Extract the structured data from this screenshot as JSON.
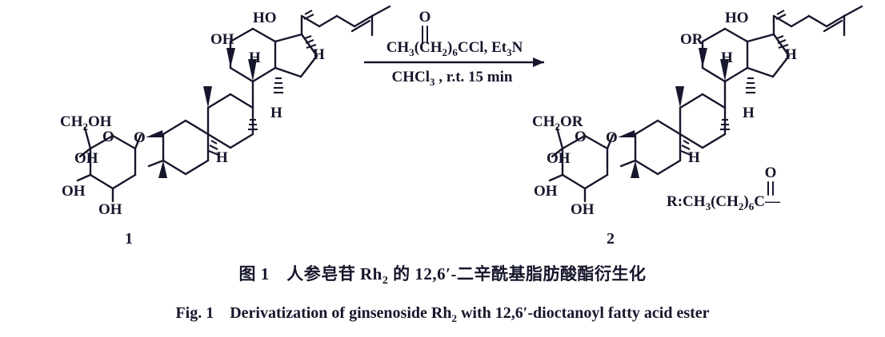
{
  "figure": {
    "background_color": "#ffffff",
    "ink_color": "#16162c"
  },
  "reaction": {
    "reagents_line": "CH3(CH2)6CCl, Et3N",
    "reagents_parts": {
      "ch3": "CH",
      "ch3_sub": "3",
      "open_paren": "(CH",
      "ch2_sub": "2",
      "close_paren": ")",
      "six": "6",
      "ccl": "CCl, Et",
      "et3n_sub": "3",
      "n": "N",
      "carbonyl_o": "O"
    },
    "conditions_line": "CHCl3 , r.t. 15 min",
    "conditions_parts": {
      "chcl": "CHCl",
      "chcl_sub": "3",
      "rest": " ,  r.t. 15 min"
    },
    "arrow_name": "reaction-arrow"
  },
  "reactant": {
    "label": "1",
    "name": "ginsenoside Rh2",
    "labels": {
      "ch2oh": "CH",
      "ch2oh_sub": "2",
      "ch2oh_rest": "OH",
      "ring_o": "O",
      "glycosidic_o": "O",
      "oh_2prime": "OH",
      "oh_3prime": "OH",
      "oh_4prime": "OH",
      "c12_oh": "OH",
      "c20_ho": "HO",
      "h_c8": "H",
      "h_c9": "H",
      "h_c5": "H",
      "h_c17": "H"
    }
  },
  "product": {
    "label": "2",
    "name": "12,6'-dioctanoyl ginsenoside Rh2 ester",
    "labels": {
      "ch2or": "CH",
      "ch2or_sub": "2",
      "ch2or_rest": "OR",
      "ring_o": "O",
      "glycosidic_o": "O",
      "oh_2prime": "OH",
      "oh_3prime": "OH",
      "oh_4prime": "OH",
      "c12_or": "OR",
      "c20_ho": "HO",
      "h_c8": "H",
      "h_c9": "H",
      "h_c5": "H",
      "h_c17": "H"
    }
  },
  "r_group": {
    "definition": "R: CH3(CH2)6C(=O)-",
    "parts": {
      "prefix": "R:CH",
      "prefix_sub": "3",
      "mid": "(CH",
      "mid_sub": "2",
      "close": ")",
      "six": "6",
      "carbon": "C",
      "dash": "—",
      "carbonyl_o": "O"
    }
  },
  "caption": {
    "chinese_pre": "图 1 人参皂苷 Rh",
    "chinese_sub": "2",
    "chinese_post": " 的 12,6′-二辛酰基脂肪酸酯衍生化",
    "english_pre": "Fig. 1 Derivatization of ginsenoside Rh",
    "english_sub": "2",
    "english_post": " with 12,6′-dioctanoyl fatty acid ester"
  }
}
